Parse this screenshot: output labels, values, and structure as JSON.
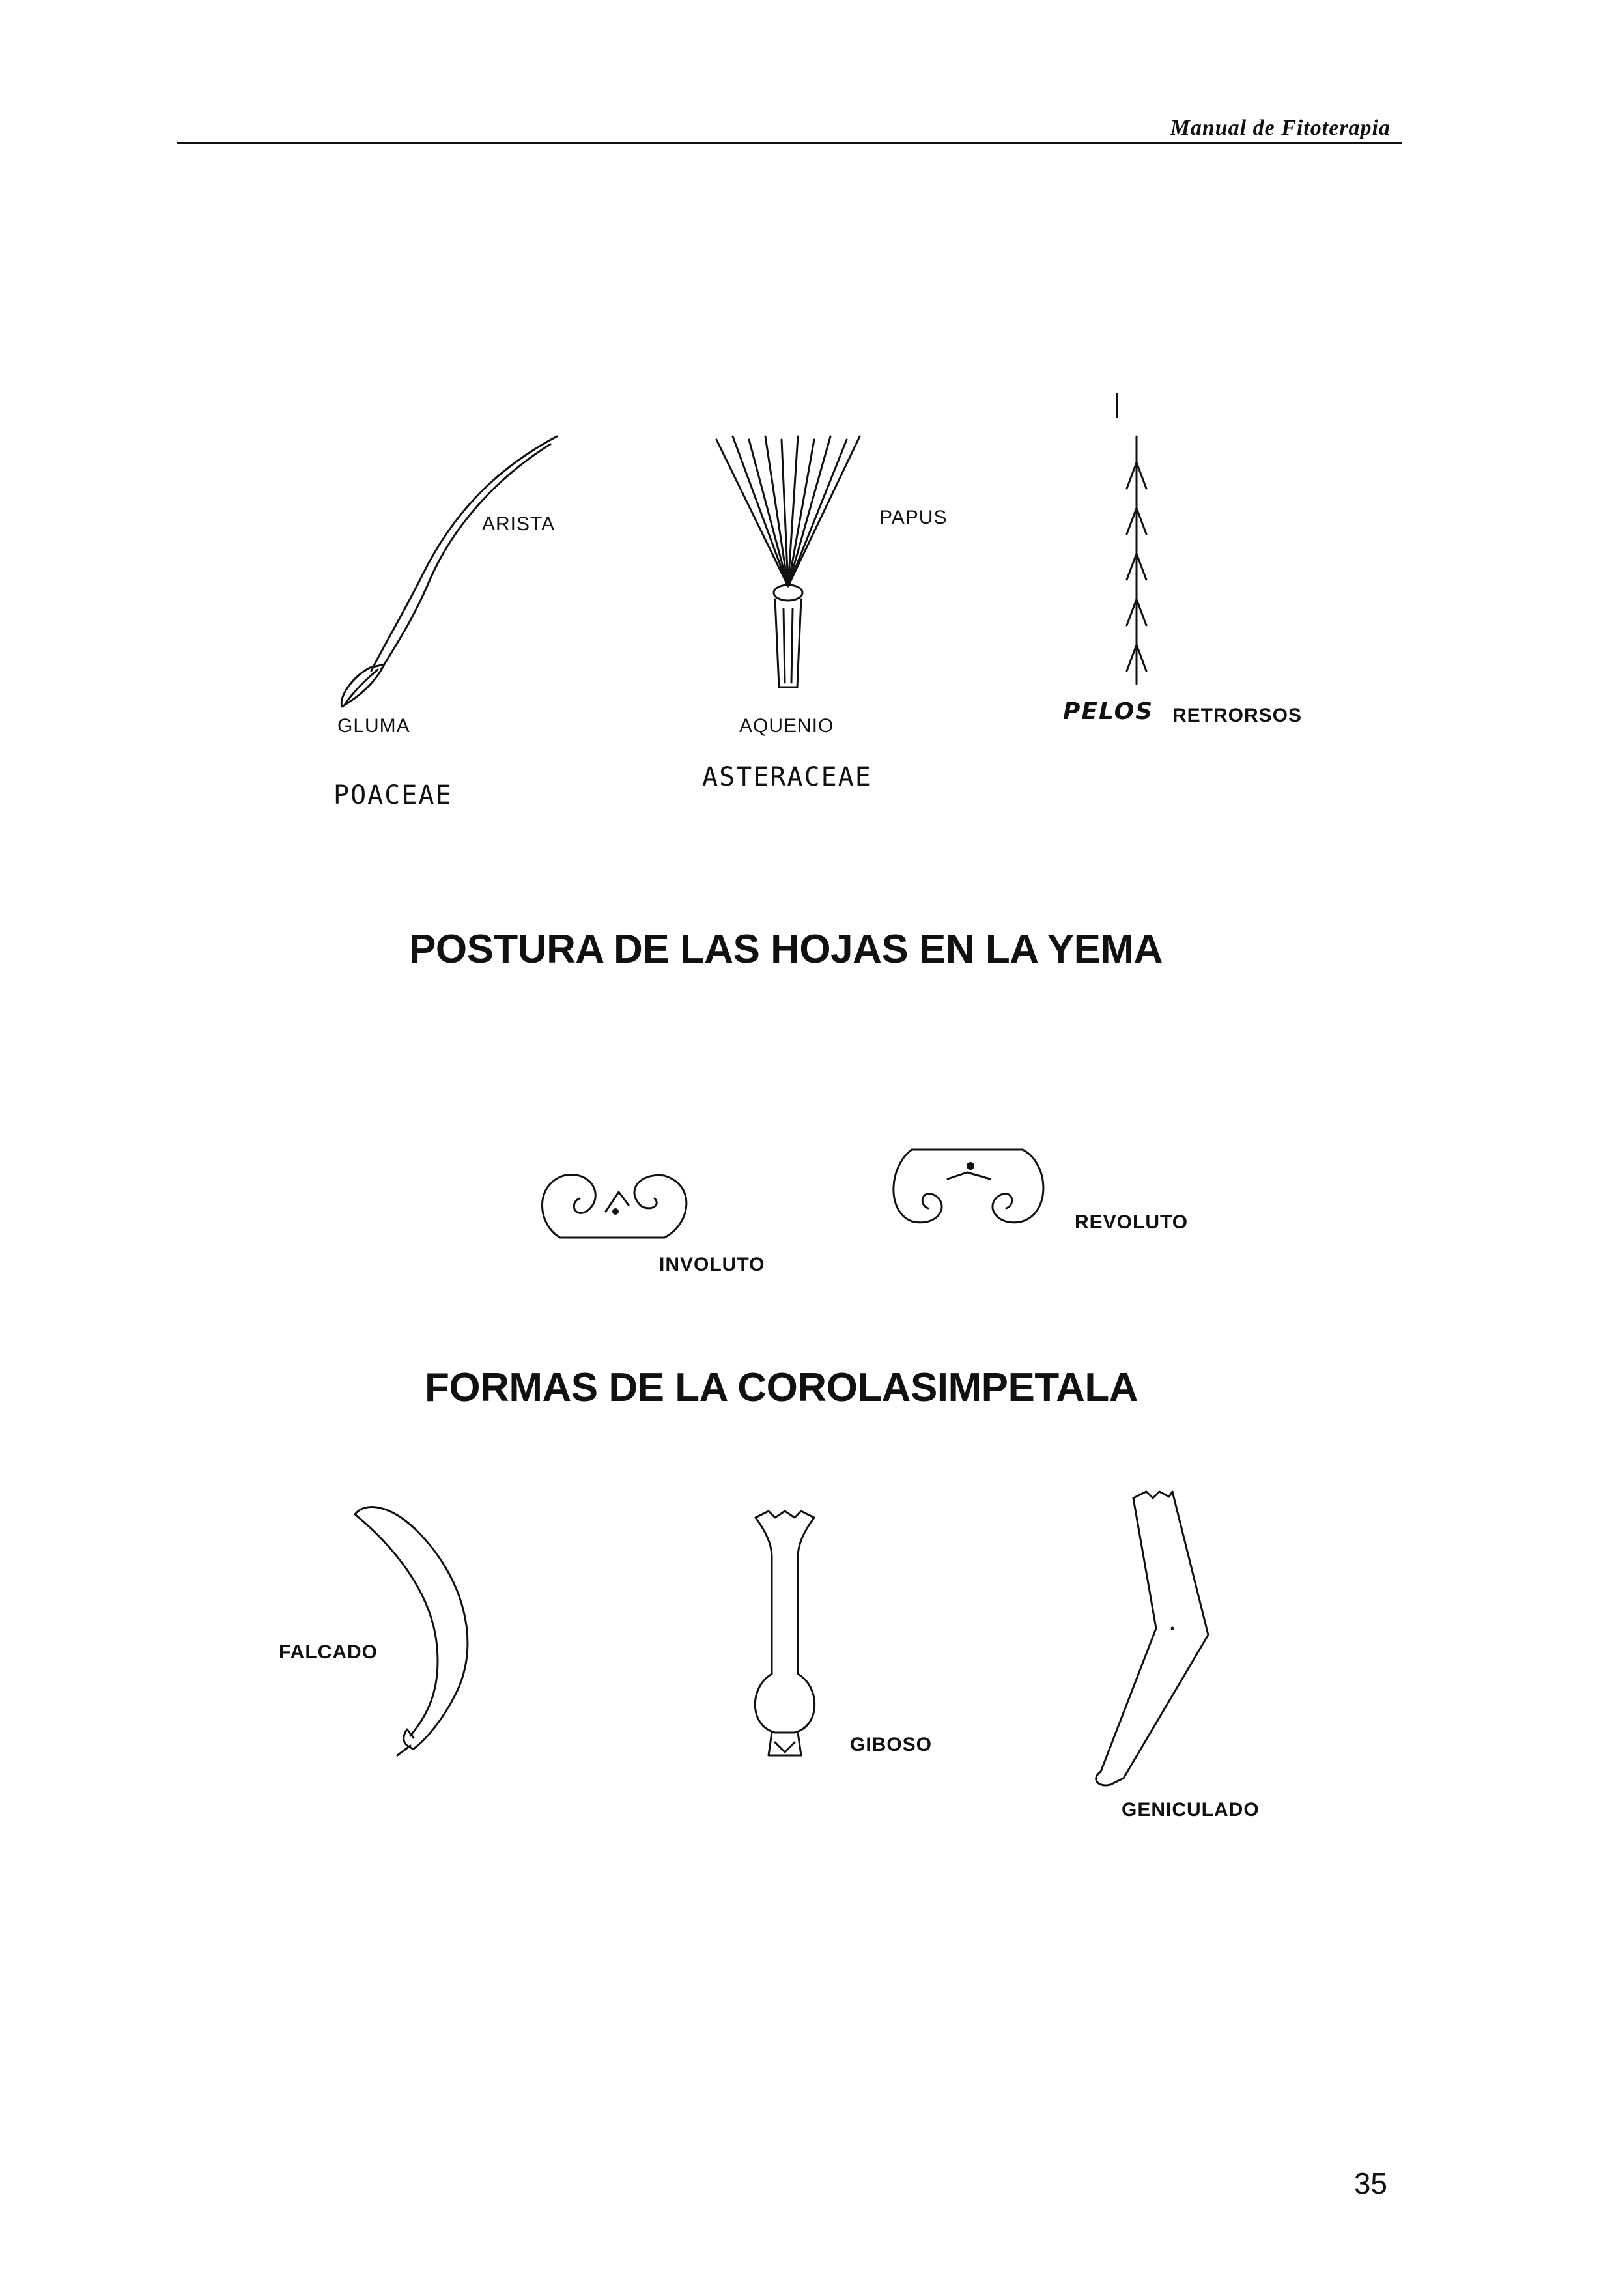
{
  "header": {
    "title": "Manual de Fitoterapia"
  },
  "figures_top": {
    "poaceae": {
      "arista_label": "ARISTA",
      "gluma_label": "GLUMA",
      "family_label": "POACEAE"
    },
    "asteraceae": {
      "papus_label": "PAPUS",
      "aquenio_label": "AQUENIO",
      "family_label": "ASTERACEAE"
    },
    "pelos": {
      "pelos_label": "PELOS",
      "retrorsos_label": "RETRORSOS"
    }
  },
  "section1": {
    "title": "POSTURA DE LAS HOJAS EN LA YEMA",
    "involuto_label": "INVOLUTO",
    "revoluto_label": "REVOLUTO"
  },
  "section2": {
    "title": "FORMAS DE LA COROLASIMPETALA",
    "falcado_label": "FALCADO",
    "giboso_label": "GIBOSO",
    "geniculado_label": "GENICULADO"
  },
  "footer": {
    "page_number": "35"
  }
}
